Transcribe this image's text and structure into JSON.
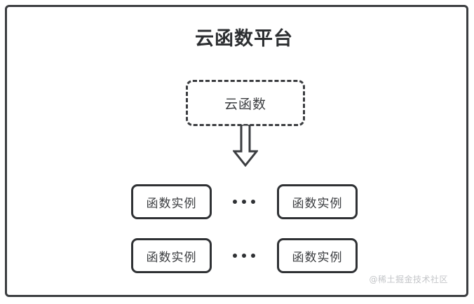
{
  "diagram": {
    "title": "云函数平台",
    "cloud_function": {
      "label": "云函数",
      "border_style": "dashed"
    },
    "arrow": {
      "icon": "down-block-arrow",
      "direction": "down"
    },
    "instance_rows": [
      {
        "left": {
          "label": "函数实例"
        },
        "ellipsis": "•••",
        "right": {
          "label": "函数实例"
        }
      },
      {
        "left": {
          "label": "函数实例"
        },
        "ellipsis": "•••",
        "right": {
          "label": "函数实例"
        }
      }
    ],
    "watermark": "@稀土掘金技术社区",
    "colors": {
      "stroke": "#3b3d40",
      "box_stroke": "#2f3134",
      "title_text": "#2c2e31",
      "label_text": "#3b3d40",
      "watermark_text": "#c3c5c8",
      "background": "#ffffff"
    }
  }
}
